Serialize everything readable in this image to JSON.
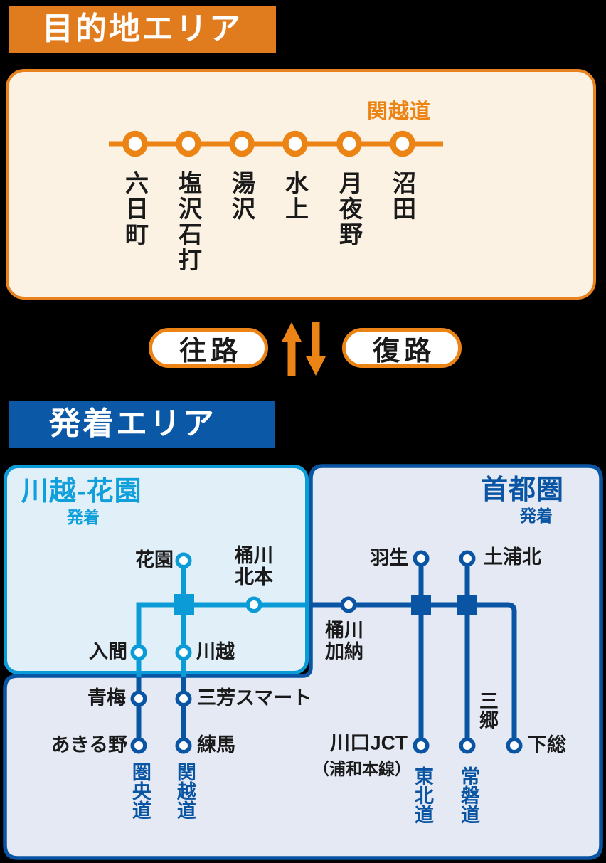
{
  "colors": {
    "orange_header": "#E07B1E",
    "orange_accent": "#EC8415",
    "navy": "#0A55A3",
    "cyan": "#0B9CD8",
    "cream_bg": "#FBF2E3",
    "light_cyan_bg": "#E0EFF8",
    "light_navy_bg": "#E4E9F4"
  },
  "destination": {
    "header": "目的地エリア",
    "road_label": "関越道",
    "stations": [
      "六日町",
      "塩沢石打",
      "湯沢",
      "水上",
      "月夜野",
      "沼田"
    ]
  },
  "direction": {
    "outbound_label": "往路",
    "return_label": "復路"
  },
  "departure": {
    "header": "発着エリア",
    "kawagoe_box": {
      "title": "川越-花園",
      "subtitle": "発着"
    },
    "metro_box": {
      "title": "首都圏",
      "subtitle": "発着"
    },
    "stations": {
      "hanazono": "花園",
      "okegawa_kitamoto": "桶川\n北本",
      "hanyu": "羽生",
      "tsuchiura_kita": "土浦北",
      "okegawa_kano": "桶川\n加納",
      "iruma": "入間",
      "kawagoe": "川越",
      "oume": "青梅",
      "miyoshi_smart": "三芳スマート",
      "akiruno": "あきる野",
      "nerima": "練馬",
      "kawaguchi_jct": "川口JCT",
      "kawaguchi_jct_note": "（浦和本線）",
      "misato": "三郷",
      "shimofusa": "下総"
    },
    "roads": {
      "kenodo": "圏央道",
      "kanetsudo": "関越道",
      "tohokudo": "東北道",
      "jobando": "常磐道"
    }
  }
}
